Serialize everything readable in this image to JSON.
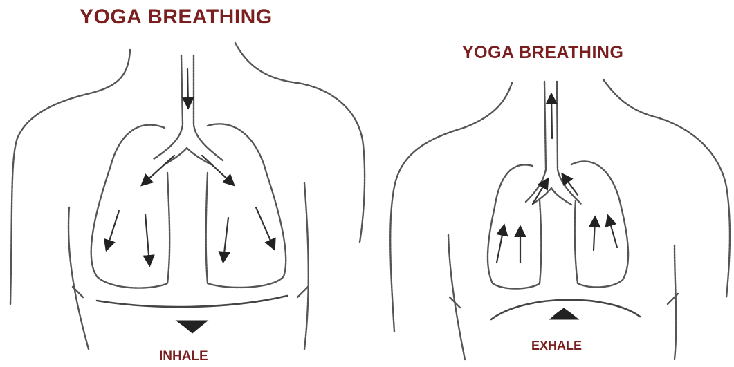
{
  "panels": [
    {
      "id": "inhale",
      "title": "YOGA BREATHING",
      "caption": "INHALE",
      "airflow": "inward",
      "diaphragm_arrow": "down"
    },
    {
      "id": "exhale",
      "title": "YOGA BREATHING",
      "caption": "EXHALE",
      "airflow": "outward",
      "diaphragm_arrow": "up"
    }
  ],
  "colors": {
    "title": "#7a1f1f",
    "line": "#555555",
    "arrow": "#222222"
  }
}
